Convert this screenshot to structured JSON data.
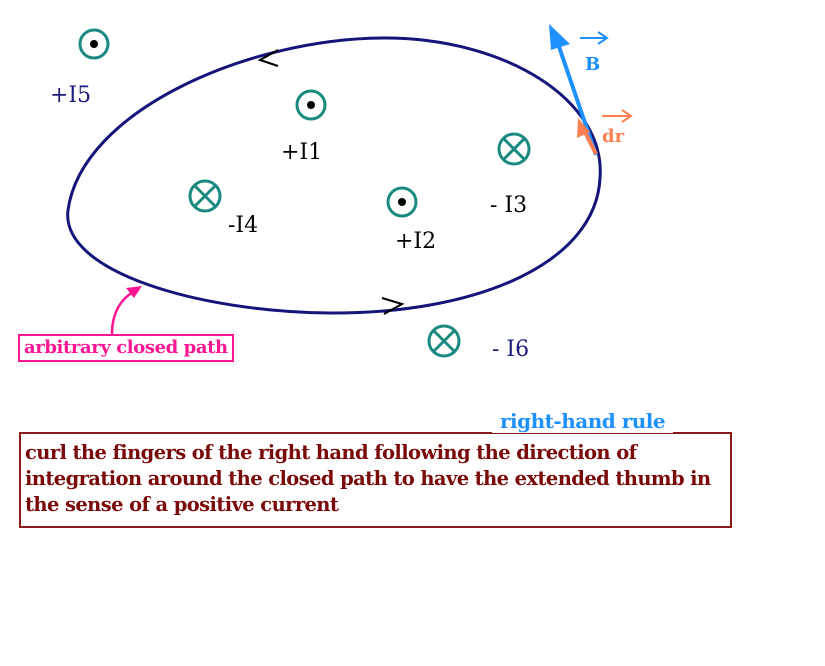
{
  "currents": [
    {
      "label": "+I5",
      "direction": "out",
      "color": "#1a1a7a"
    },
    {
      "label": "+I1",
      "direction": "out",
      "color": "#000000"
    },
    {
      "label": "+I2",
      "direction": "out",
      "color": "#000000"
    },
    {
      "label": "-I4",
      "direction": "in",
      "color": "#000000"
    },
    {
      "label": "- I3",
      "direction": "in",
      "color": "#000000"
    },
    {
      "label": "- I6",
      "direction": "in",
      "color": "#1a1a7a"
    }
  ],
  "vectors": {
    "B": "B",
    "dr": "dr"
  },
  "path_label": "arbitrary closed path",
  "rule": {
    "title": "right-hand rule",
    "text": "curl the fingers of the right hand following the direction of integration around the closed path to have the extended thumb in the sense of a positive current"
  },
  "colors": {
    "path": "#14147a",
    "symbol": "#1a8a80",
    "B": "#1e90ff",
    "dr": "#ff7f50",
    "label": "#ff1493",
    "rule": "#8b1a1a"
  }
}
